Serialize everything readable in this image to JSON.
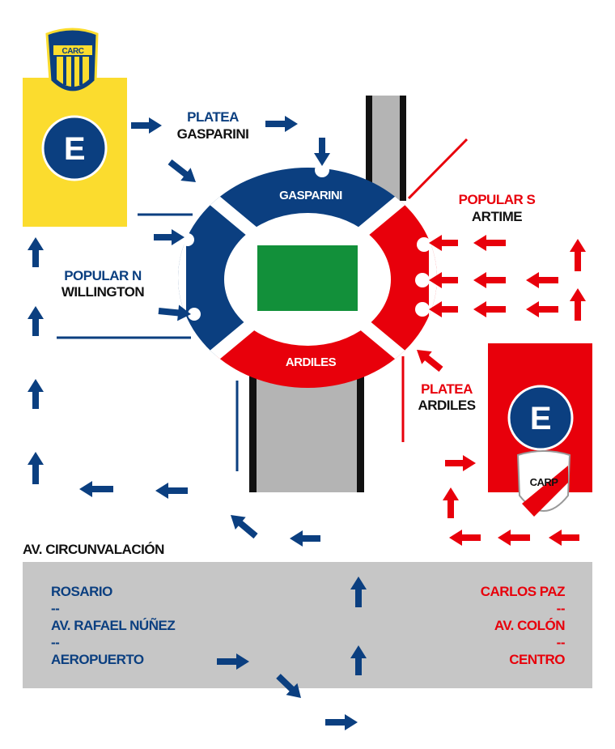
{
  "colors": {
    "home": "#0b3f80",
    "away": "#e8000b",
    "home_box": "#fbdc2e",
    "road": "#c6c6c6",
    "pitch": "#12903a"
  },
  "stands": {
    "north": "GASPARINI",
    "south": "ARDILES"
  },
  "labels": {
    "platea_gasparini": {
      "line1": "PLATEA",
      "line2": "GASPARINI"
    },
    "popular_n": {
      "line1": "POPULAR N",
      "line2": "WILLINGTON"
    },
    "popular_s": {
      "line1": "POPULAR S",
      "line2": "ARTIME"
    },
    "platea_ardiles": {
      "line1": "PLATEA",
      "line2": "ARDILES"
    }
  },
  "parking": {
    "home_letter": "E",
    "away_letter": "E"
  },
  "logos": {
    "home": "CARC",
    "away": "CARP"
  },
  "avenue": "AV. CIRCUNVALACIÓN",
  "left_routes": [
    "ROSARIO",
    "--",
    "AV. RAFAEL NÚÑEZ",
    "--",
    "AEROPUERTO"
  ],
  "right_routes": [
    "CARLOS PAZ",
    "--",
    "AV. COLÓN",
    "--",
    "CENTRO"
  ]
}
